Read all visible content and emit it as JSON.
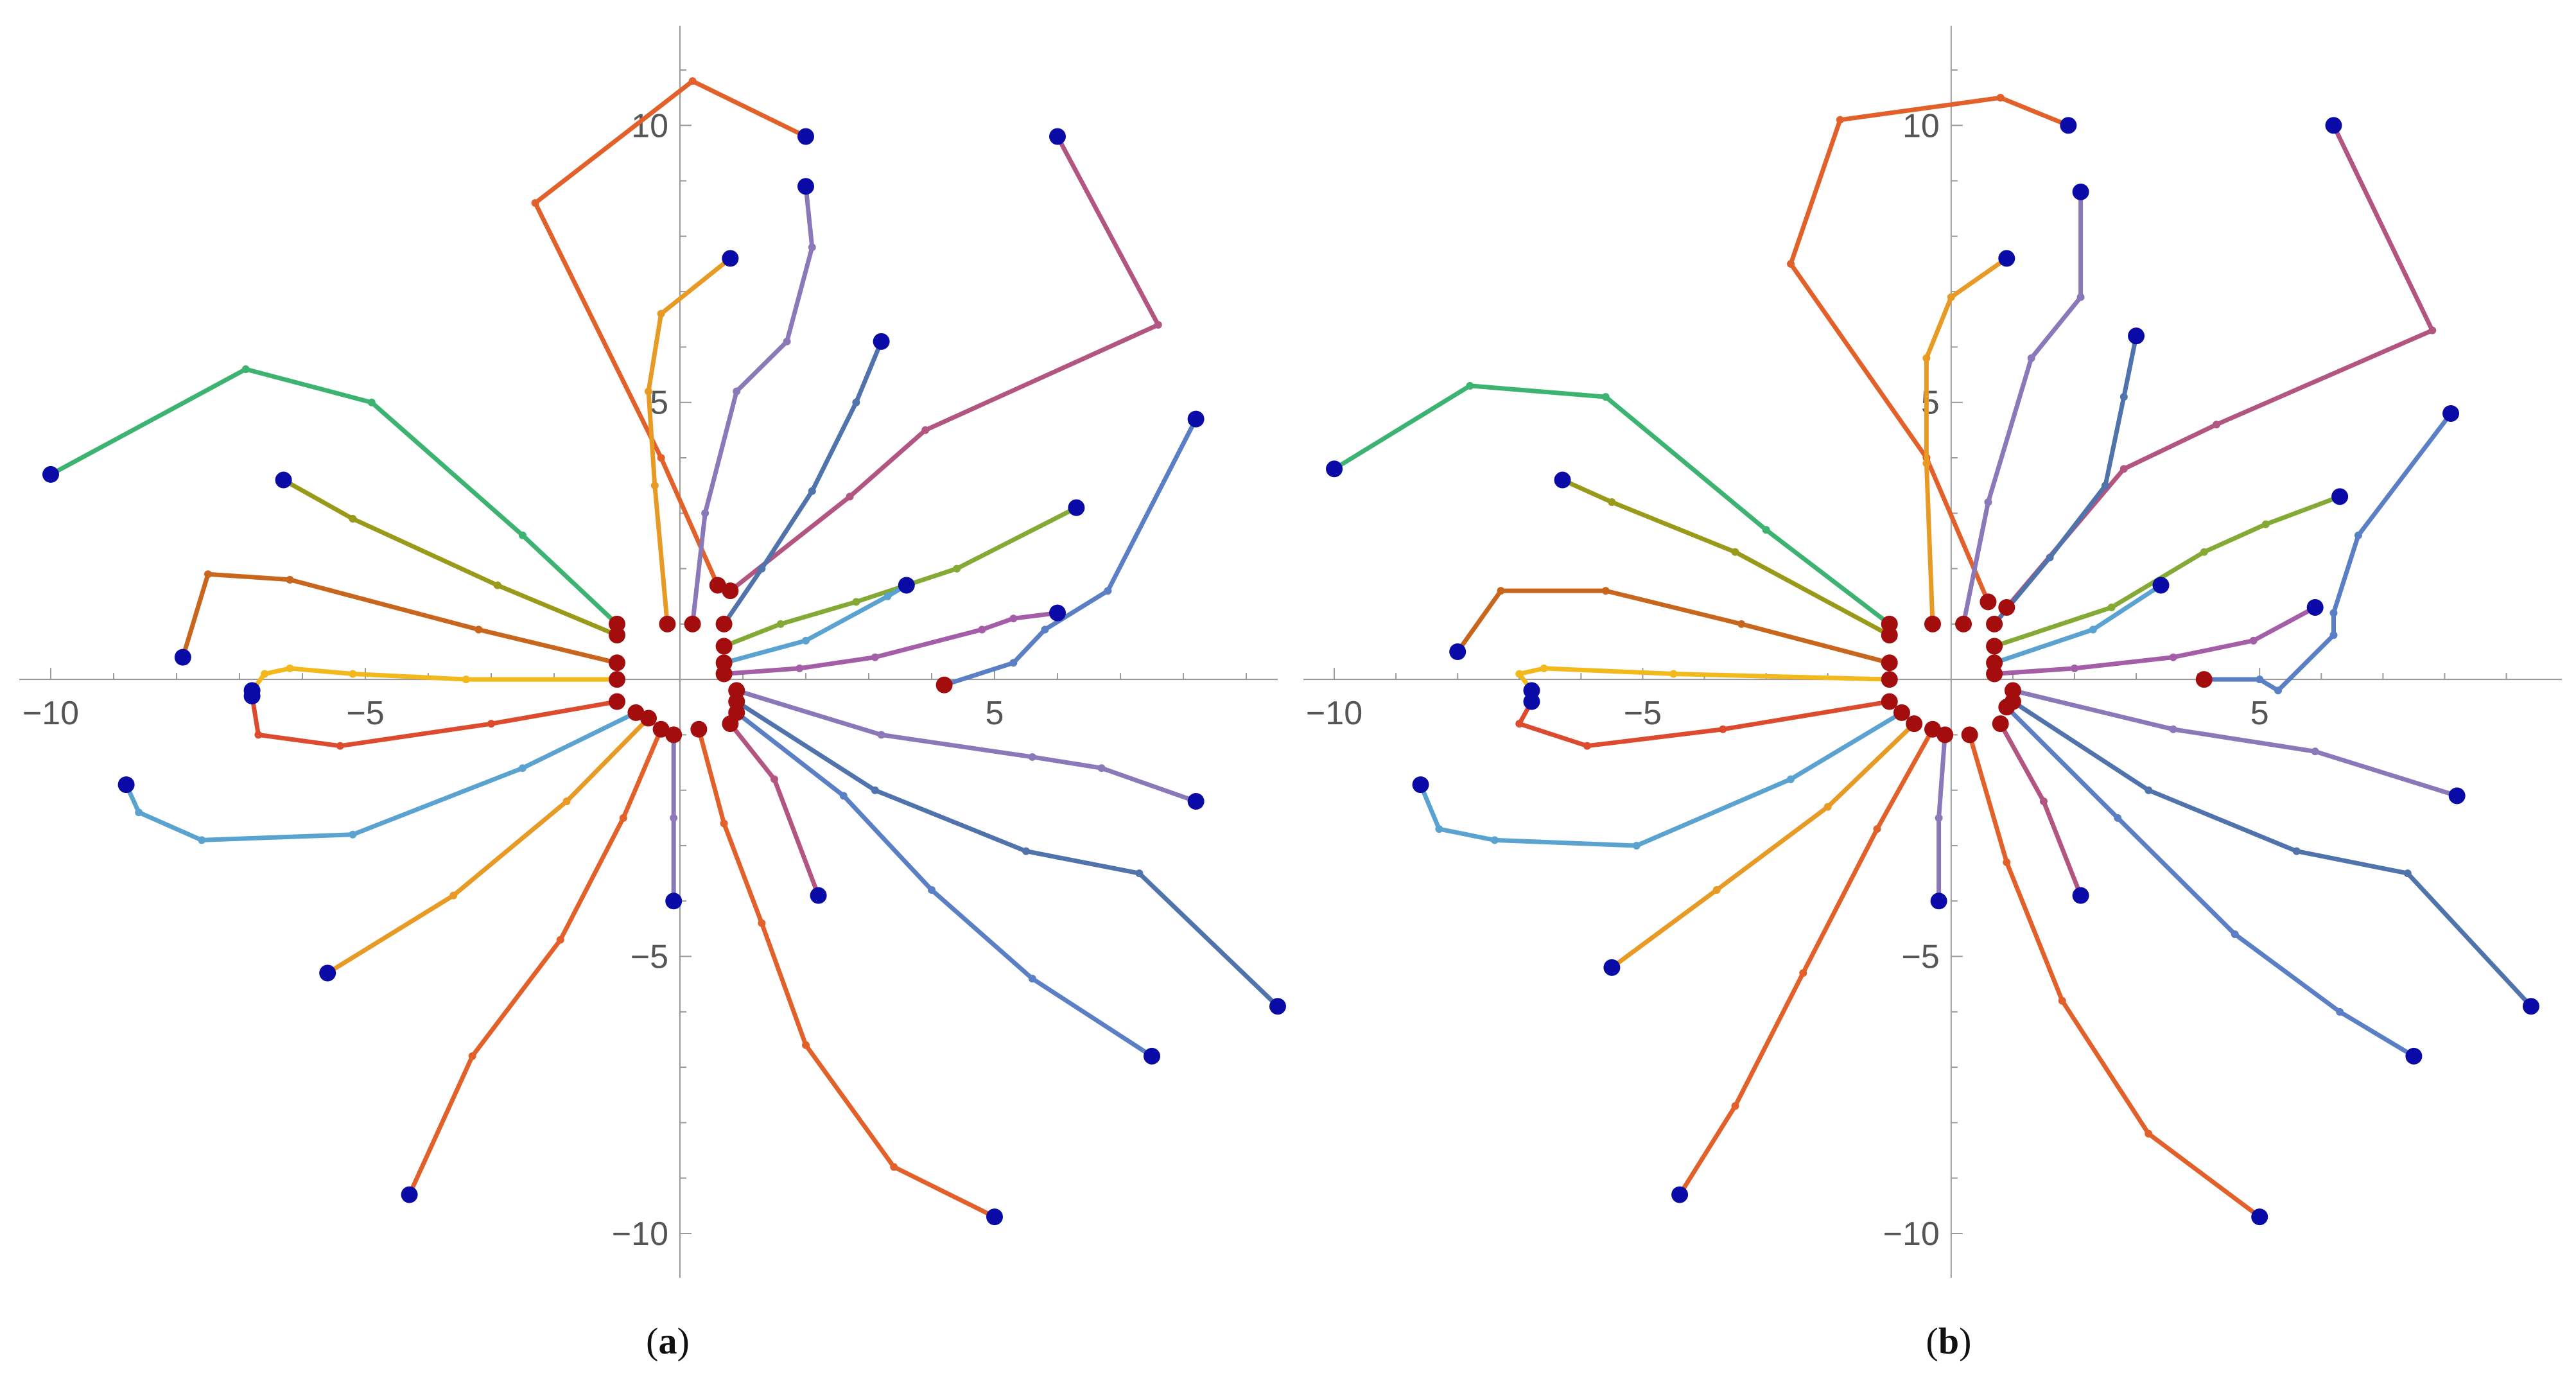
{
  "captions": [
    "a",
    "b"
  ],
  "colors": {
    "axis": "#9a9a9a",
    "start_point": "#a30d0d",
    "end_point": "#0a0aa6",
    "series": [
      "#e2612b",
      "#b25580",
      "#5a7fc4",
      "#4f73aa",
      "#8a78b8",
      "#e79a24",
      "#84a935",
      "#5aa2cf",
      "#a45ea8",
      "#3cb371",
      "#9a9a1a",
      "#c8661e",
      "#f2b81c",
      "#dd4b2f",
      "#5aa2cf",
      "#e79a24",
      "#e2612b",
      "#8a78b8"
    ]
  },
  "chart_data": [
    {
      "type": "line",
      "panel": "a",
      "xlim": [
        -10.5,
        9.5
      ],
      "ylim": [
        -10.8,
        11.8
      ],
      "x_ticks": [
        -10,
        -5,
        5
      ],
      "y_ticks": [
        10,
        5,
        -5,
        -10
      ],
      "grid": false,
      "series": [
        {
          "points": [
            [
              0.6,
              1.7
            ],
            [
              -0.3,
              4.0
            ],
            [
              -2.3,
              8.6
            ],
            [
              0.2,
              10.8
            ],
            [
              2.0,
              9.8
            ]
          ]
        },
        {
          "points": [
            [
              0.8,
              1.6
            ],
            [
              2.7,
              3.3
            ],
            [
              3.9,
              4.5
            ],
            [
              7.6,
              6.4
            ],
            [
              6.0,
              9.8
            ]
          ]
        },
        {
          "points": [
            [
              4.2,
              -0.1
            ],
            [
              5.3,
              0.3
            ],
            [
              5.8,
              0.9
            ],
            [
              6.8,
              1.6
            ],
            [
              8.2,
              4.7
            ]
          ]
        },
        {
          "points": [
            [
              0.7,
              1.0
            ],
            [
              1.3,
              2.0
            ],
            [
              2.1,
              3.4
            ],
            [
              2.8,
              5.0
            ],
            [
              3.2,
              6.1
            ]
          ]
        },
        {
          "points": [
            [
              0.2,
              1.0
            ],
            [
              0.4,
              3.0
            ],
            [
              0.9,
              5.2
            ],
            [
              1.7,
              6.1
            ],
            [
              2.1,
              7.8
            ],
            [
              2.0,
              8.9
            ]
          ]
        },
        {
          "points": [
            [
              -0.2,
              1.0
            ],
            [
              -0.4,
              3.5
            ],
            [
              -0.5,
              5.2
            ],
            [
              -0.3,
              6.6
            ],
            [
              0.8,
              7.6
            ]
          ]
        },
        {
          "points": [
            [
              0.7,
              0.6
            ],
            [
              1.6,
              1.0
            ],
            [
              2.8,
              1.4
            ],
            [
              4.4,
              2.0
            ],
            [
              6.3,
              3.1
            ]
          ]
        },
        {
          "points": [
            [
              0.7,
              0.3
            ],
            [
              2.0,
              0.7
            ],
            [
              3.3,
              1.5
            ],
            [
              3.6,
              1.7
            ]
          ]
        },
        {
          "points": [
            [
              0.7,
              0.1
            ],
            [
              1.9,
              0.2
            ],
            [
              3.1,
              0.4
            ],
            [
              4.8,
              0.9
            ],
            [
              5.3,
              1.1
            ],
            [
              6.0,
              1.2
            ]
          ]
        },
        {
          "points": [
            [
              -1.0,
              1.0
            ],
            [
              -2.5,
              2.6
            ],
            [
              -4.9,
              5.0
            ],
            [
              -6.9,
              5.6
            ],
            [
              -10.0,
              3.7
            ]
          ]
        },
        {
          "points": [
            [
              -1.0,
              0.8
            ],
            [
              -2.9,
              1.7
            ],
            [
              -5.2,
              2.9
            ],
            [
              -6.3,
              3.6
            ]
          ]
        },
        {
          "points": [
            [
              -1.0,
              0.3
            ],
            [
              -3.2,
              0.9
            ],
            [
              -6.2,
              1.8
            ],
            [
              -7.5,
              1.9
            ],
            [
              -7.9,
              0.4
            ]
          ]
        },
        {
          "points": [
            [
              -1.0,
              0.0
            ],
            [
              -3.4,
              0.0
            ],
            [
              -5.2,
              0.1
            ],
            [
              -6.2,
              0.2
            ],
            [
              -6.6,
              0.1
            ],
            [
              -6.8,
              -0.2
            ]
          ]
        },
        {
          "points": [
            [
              -1.0,
              -0.4
            ],
            [
              -3.0,
              -0.8
            ],
            [
              -5.4,
              -1.2
            ],
            [
              -6.7,
              -1.0
            ],
            [
              -6.8,
              -0.3
            ]
          ]
        },
        {
          "points": [
            [
              -0.7,
              -0.6
            ],
            [
              -2.5,
              -1.6
            ],
            [
              -5.2,
              -2.8
            ],
            [
              -7.6,
              -2.9
            ],
            [
              -8.6,
              -2.4
            ],
            [
              -8.8,
              -1.9
            ]
          ]
        },
        {
          "points": [
            [
              -0.5,
              -0.7
            ],
            [
              -1.8,
              -2.2
            ],
            [
              -3.6,
              -3.9
            ],
            [
              -5.6,
              -5.3
            ]
          ]
        },
        {
          "points": [
            [
              -0.3,
              -0.9
            ],
            [
              -0.9,
              -2.5
            ],
            [
              -1.9,
              -4.7
            ],
            [
              -3.3,
              -6.8
            ],
            [
              -4.3,
              -9.3
            ]
          ]
        },
        {
          "points": [
            [
              -0.1,
              -1.0
            ],
            [
              -0.1,
              -2.5
            ],
            [
              -0.1,
              -4.0
            ]
          ]
        },
        {
          "points": [
            [
              0.3,
              -0.9
            ],
            [
              0.7,
              -2.6
            ],
            [
              1.3,
              -4.4
            ],
            [
              2.0,
              -6.6
            ],
            [
              3.4,
              -8.8
            ],
            [
              5.0,
              -9.7
            ]
          ]
        },
        {
          "points": [
            [
              0.8,
              -0.8
            ],
            [
              1.5,
              -1.8
            ],
            [
              2.2,
              -3.9
            ]
          ]
        },
        {
          "points": [
            [
              0.9,
              -0.6
            ],
            [
              2.6,
              -2.1
            ],
            [
              4.0,
              -3.8
            ],
            [
              5.6,
              -5.4
            ],
            [
              7.5,
              -6.8
            ]
          ]
        },
        {
          "points": [
            [
              0.9,
              -0.4
            ],
            [
              3.1,
              -2.0
            ],
            [
              5.5,
              -3.1
            ],
            [
              7.3,
              -3.5
            ],
            [
              9.5,
              -5.9
            ]
          ]
        },
        {
          "points": [
            [
              0.9,
              -0.2
            ],
            [
              3.2,
              -1.0
            ],
            [
              5.6,
              -1.4
            ],
            [
              6.7,
              -1.6
            ],
            [
              8.2,
              -2.2
            ]
          ]
        }
      ]
    },
    {
      "type": "line",
      "panel": "b",
      "xlim": [
        -10.5,
        9.9
      ],
      "ylim": [
        -10.8,
        11.8
      ],
      "x_ticks": [
        -10,
        -5,
        5
      ],
      "y_ticks": [
        10,
        5,
        -5,
        -10
      ],
      "grid": false,
      "series": [
        {
          "points": [
            [
              0.6,
              1.4
            ],
            [
              -0.4,
              4.0
            ],
            [
              -2.6,
              7.5
            ],
            [
              -1.8,
              10.1
            ],
            [
              0.8,
              10.5
            ],
            [
              1.9,
              10.0
            ]
          ]
        },
        {
          "points": [
            [
              0.9,
              1.3
            ],
            [
              2.8,
              3.8
            ],
            [
              4.3,
              4.6
            ],
            [
              7.8,
              6.3
            ],
            [
              6.2,
              10.0
            ]
          ]
        },
        {
          "points": [
            [
              4.1,
              0.0
            ],
            [
              5.0,
              0.0
            ],
            [
              5.3,
              -0.2
            ],
            [
              6.2,
              0.8
            ],
            [
              6.2,
              1.2
            ],
            [
              6.6,
              2.6
            ],
            [
              8.1,
              4.8
            ]
          ]
        },
        {
          "points": [
            [
              0.7,
              1.0
            ],
            [
              1.6,
              2.2
            ],
            [
              2.5,
              3.5
            ],
            [
              2.8,
              5.1
            ],
            [
              3.0,
              6.2
            ]
          ]
        },
        {
          "points": [
            [
              0.2,
              1.0
            ],
            [
              0.6,
              3.2
            ],
            [
              1.3,
              5.8
            ],
            [
              2.1,
              6.9
            ],
            [
              2.1,
              8.8
            ]
          ]
        },
        {
          "points": [
            [
              -0.3,
              1.0
            ],
            [
              -0.4,
              3.9
            ],
            [
              -0.4,
              5.8
            ],
            [
              0.0,
              6.9
            ],
            [
              0.9,
              7.6
            ]
          ]
        },
        {
          "points": [
            [
              0.7,
              0.6
            ],
            [
              2.6,
              1.3
            ],
            [
              4.1,
              2.3
            ],
            [
              5.1,
              2.8
            ],
            [
              6.3,
              3.3
            ]
          ]
        },
        {
          "points": [
            [
              0.7,
              0.3
            ],
            [
              2.3,
              0.9
            ],
            [
              3.4,
              1.7
            ]
          ]
        },
        {
          "points": [
            [
              0.7,
              0.1
            ],
            [
              2.0,
              0.2
            ],
            [
              3.6,
              0.4
            ],
            [
              4.9,
              0.7
            ],
            [
              5.9,
              1.3
            ]
          ]
        },
        {
          "points": [
            [
              -1.0,
              1.0
            ],
            [
              -3.0,
              2.7
            ],
            [
              -5.6,
              5.1
            ],
            [
              -7.8,
              5.3
            ],
            [
              -10.0,
              3.8
            ]
          ]
        },
        {
          "points": [
            [
              -1.0,
              0.8
            ],
            [
              -3.5,
              2.3
            ],
            [
              -5.5,
              3.2
            ],
            [
              -6.3,
              3.6
            ]
          ]
        },
        {
          "points": [
            [
              -1.0,
              0.3
            ],
            [
              -3.4,
              1.0
            ],
            [
              -5.6,
              1.6
            ],
            [
              -7.3,
              1.6
            ],
            [
              -8.0,
              0.5
            ]
          ]
        },
        {
          "points": [
            [
              -1.0,
              0.0
            ],
            [
              -4.5,
              0.1
            ],
            [
              -6.6,
              0.2
            ],
            [
              -7.0,
              0.1
            ],
            [
              -6.8,
              -0.2
            ]
          ]
        },
        {
          "points": [
            [
              -1.0,
              -0.4
            ],
            [
              -3.7,
              -0.9
            ],
            [
              -5.9,
              -1.2
            ],
            [
              -7.0,
              -0.8
            ],
            [
              -6.8,
              -0.4
            ]
          ]
        },
        {
          "points": [
            [
              -0.8,
              -0.6
            ],
            [
              -2.6,
              -1.8
            ],
            [
              -5.1,
              -3.0
            ],
            [
              -7.4,
              -2.9
            ],
            [
              -8.3,
              -2.7
            ],
            [
              -8.6,
              -1.9
            ]
          ]
        },
        {
          "points": [
            [
              -0.6,
              -0.8
            ],
            [
              -2.0,
              -2.3
            ],
            [
              -3.8,
              -3.8
            ],
            [
              -5.5,
              -5.2
            ]
          ]
        },
        {
          "points": [
            [
              -0.3,
              -0.9
            ],
            [
              -1.2,
              -2.7
            ],
            [
              -2.4,
              -5.3
            ],
            [
              -3.5,
              -7.7
            ],
            [
              -4.4,
              -9.3
            ]
          ]
        },
        {
          "points": [
            [
              -0.1,
              -1.0
            ],
            [
              -0.2,
              -2.5
            ],
            [
              -0.2,
              -4.0
            ]
          ]
        },
        {
          "points": [
            [
              0.3,
              -1.0
            ],
            [
              0.9,
              -3.3
            ],
            [
              1.8,
              -5.8
            ],
            [
              3.2,
              -8.2
            ],
            [
              5.0,
              -9.7
            ]
          ]
        },
        {
          "points": [
            [
              0.8,
              -0.8
            ],
            [
              1.5,
              -2.2
            ],
            [
              2.1,
              -3.9
            ]
          ]
        },
        {
          "points": [
            [
              0.9,
              -0.5
            ],
            [
              2.7,
              -2.5
            ],
            [
              4.6,
              -4.6
            ],
            [
              6.3,
              -6.0
            ],
            [
              7.5,
              -6.8
            ]
          ]
        },
        {
          "points": [
            [
              1.0,
              -0.4
            ],
            [
              3.2,
              -2.0
            ],
            [
              5.6,
              -3.1
            ],
            [
              7.4,
              -3.5
            ],
            [
              9.4,
              -5.9
            ]
          ]
        },
        {
          "points": [
            [
              1.0,
              -0.2
            ],
            [
              3.6,
              -0.9
            ],
            [
              5.9,
              -1.3
            ],
            [
              8.2,
              -2.1
            ]
          ]
        }
      ]
    }
  ]
}
